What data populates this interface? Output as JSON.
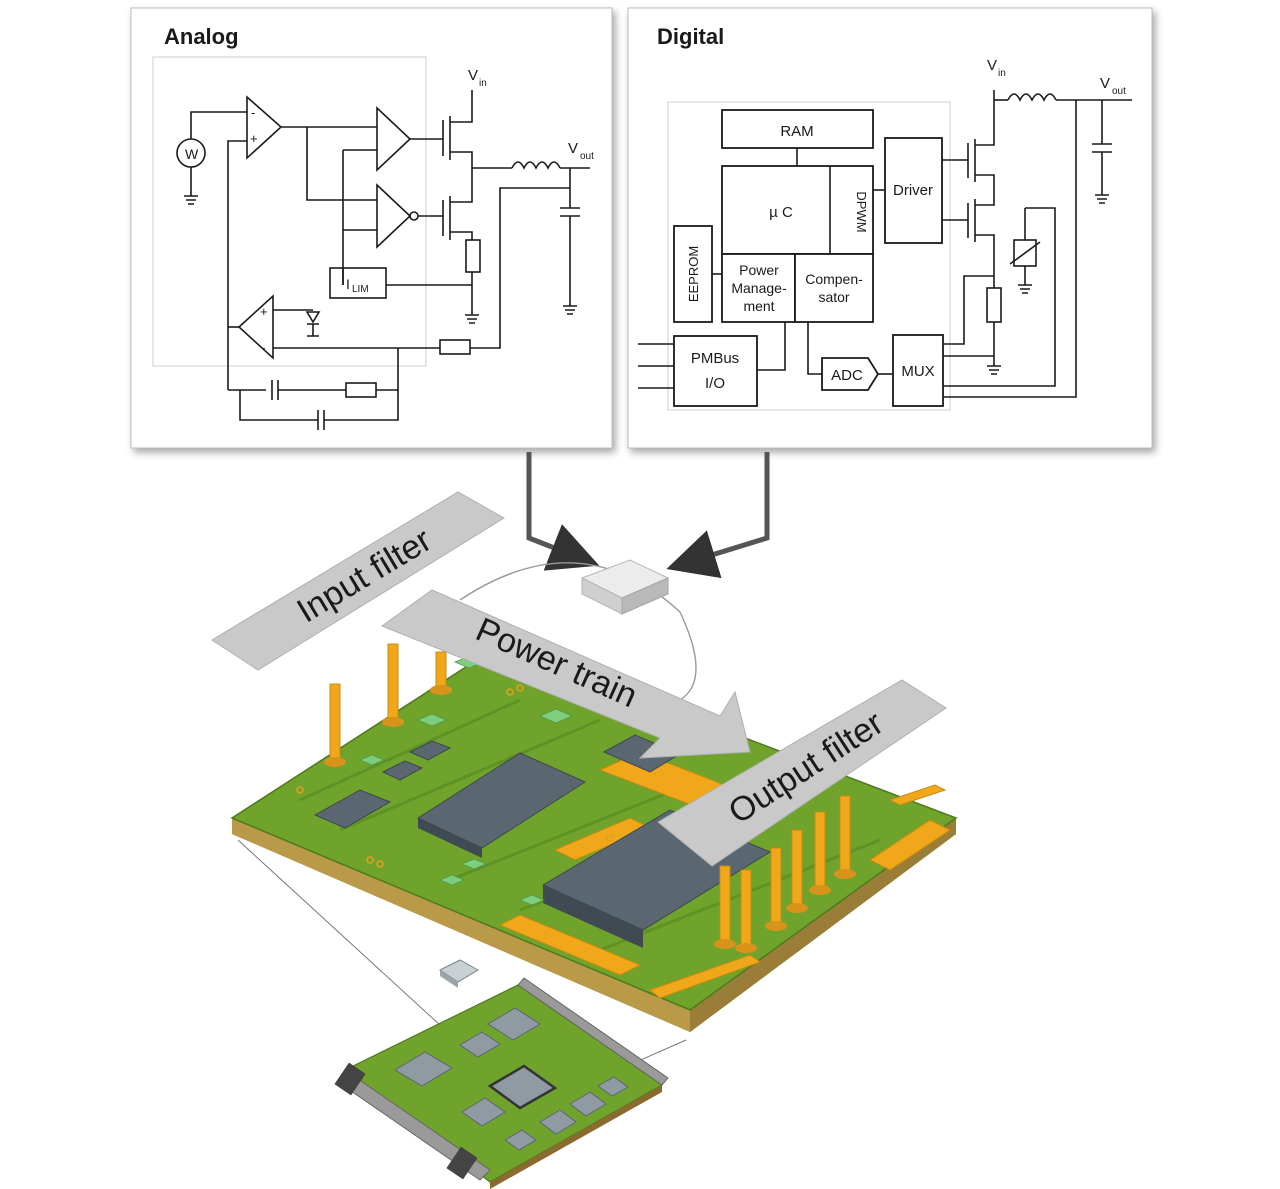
{
  "panels": {
    "analog": {
      "title": "Analog",
      "vin_main": "V",
      "vin_sub": "in",
      "vout_main": "V",
      "vout_sub": "out",
      "ilim_main": "I",
      "ilim_sub": "LIM",
      "source_symbol": "W"
    },
    "digital": {
      "title": "Digital",
      "vin_main": "V",
      "vin_sub": "in",
      "vout_main": "V",
      "vout_sub": "out",
      "ram": "RAM",
      "uc": "µ C",
      "dpwm": "DPWM",
      "driver": "Driver",
      "eeprom": "EEPROM",
      "power_mgmt": [
        "Power",
        "Manage-",
        "ment"
      ],
      "compensator": [
        "Compen-",
        "sator"
      ],
      "pmbus": [
        "PMBus",
        "I/O"
      ],
      "adc": "ADC",
      "mux": "MUX"
    }
  },
  "stages": {
    "input_filter": "Input filter",
    "power_train": "Power train",
    "output_filter": "Output filter"
  },
  "colors": {
    "pcb_green": "#6fa32c",
    "pad_gold": "#f0a81a",
    "chip_gray": "#5a6770",
    "banner_gray": "#c9c9c9"
  }
}
